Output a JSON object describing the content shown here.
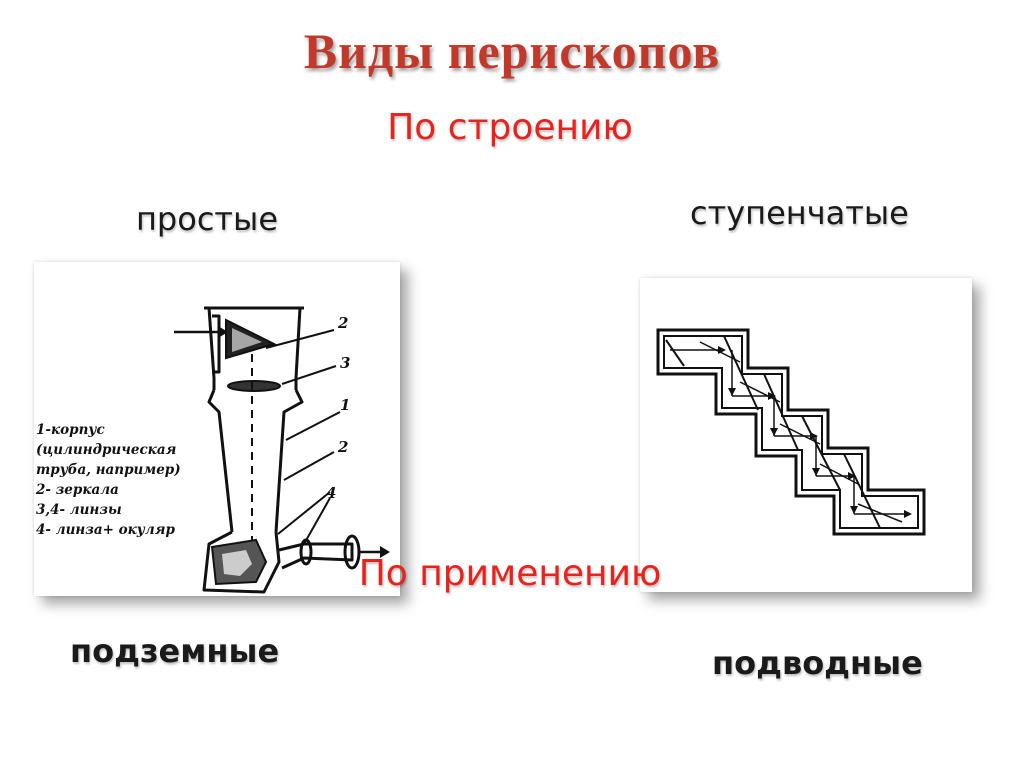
{
  "slide": {
    "title": "Виды перископов",
    "by_structure": "По строению",
    "by_use": "По применению",
    "labels": {
      "simple": "простые",
      "stepped": "ступенчатые",
      "underground": "подземные",
      "underwater": "подводные"
    }
  },
  "diagram_simple": {
    "legend": [
      "1-корпус",
      "(цилиндрическая",
      "труба, например)",
      "2- зеркала",
      "3,4- линзы",
      "4- линза+ окуляр"
    ],
    "callouts": [
      "2",
      "3",
      "1",
      "2",
      "4"
    ]
  }
}
